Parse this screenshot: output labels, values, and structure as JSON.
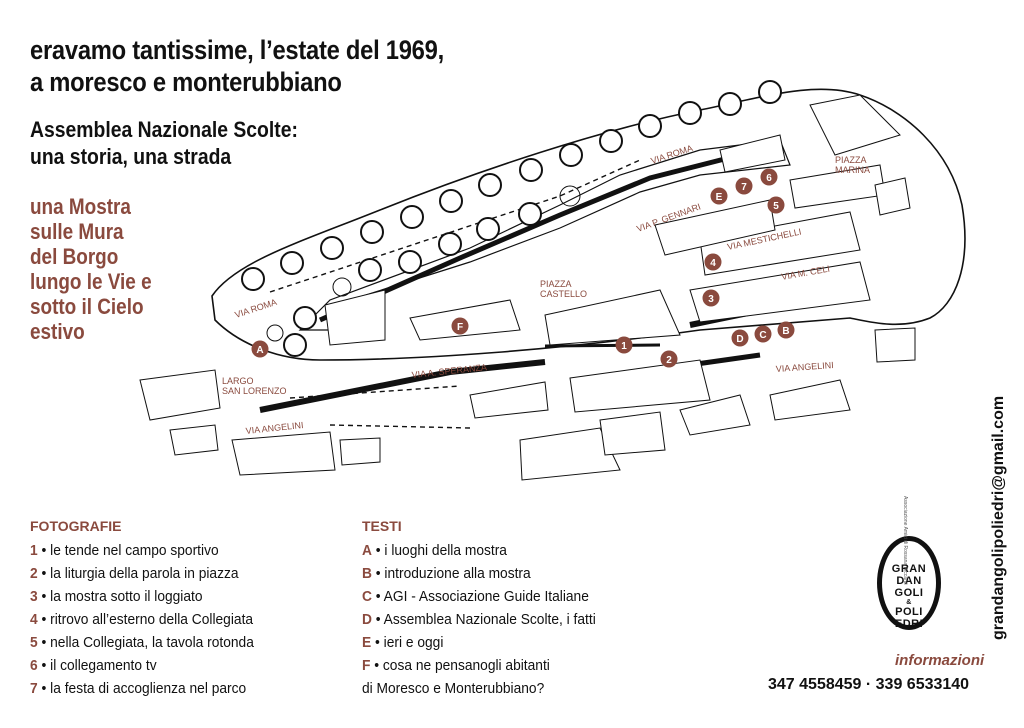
{
  "title_lines": [
    "eravamo tantissime, l’estate del 1969,",
    "a moresco e monterubbiano"
  ],
  "subtitle_lines": [
    "Assemblea Nazionale Scolte:",
    "una storia, una strada"
  ],
  "tagline_lines": [
    "una Mostra",
    "sulle Mura",
    "del Borgo",
    "lungo le Vie e",
    "sotto il Cielo",
    "estivo"
  ],
  "map": {
    "streets": {
      "via_roma_top": "VIA ROMA",
      "via_roma_left": "VIA ROMA",
      "via_p_gennari": "VIA P. GENNARI",
      "via_mestichelli": "VIA MESTICHELLI",
      "via_m_celi": "VIA M. CELI",
      "via_a_speranza": "VIA A. SPERANZA",
      "via_angelini_left": "VIA ANGELINI",
      "via_angelini_right": "VIA ANGELINI"
    },
    "places": {
      "piazza_marina": [
        "PIAZZA",
        "MARINA"
      ],
      "piazza_castello": [
        "PIAZZA",
        "CASTELLO"
      ],
      "largo_san_lorenzo": [
        "LARGO",
        "SAN LORENZO"
      ]
    },
    "markers": [
      "A",
      "B",
      "C",
      "D",
      "E",
      "F",
      "1",
      "2",
      "3",
      "4",
      "5",
      "6",
      "7"
    ]
  },
  "fotografie": {
    "heading": "FOTOGRAFIE",
    "items": [
      {
        "key": "1",
        "text": " • le tende nel campo sportivo"
      },
      {
        "key": "2",
        "text": " • la liturgia della parola in piazza"
      },
      {
        "key": "3",
        "text": " • la mostra sotto il loggiato"
      },
      {
        "key": "4",
        "text": " • ritrovo all’esterno della Collegiata"
      },
      {
        "key": "5",
        "text": " • nella Collegiata, la tavola rotonda"
      },
      {
        "key": "6",
        "text": " • il collegamento tv"
      },
      {
        "key": "7",
        "text": " • la festa di accoglienza nel parco"
      }
    ]
  },
  "testi": {
    "heading": "TESTI",
    "items": [
      {
        "key": "A",
        "text": " • i luoghi della mostra"
      },
      {
        "key": "B",
        "text": " • introduzione alla mostra"
      },
      {
        "key": "C",
        "text": " • AGI - Associazione Guide Italiane"
      },
      {
        "key": "D",
        "text": " • Assemblea Nazionale Scolte, i fatti"
      },
      {
        "key": "E",
        "text": " • ieri e oggi"
      },
      {
        "key": "F",
        "text": " • cosa ne pensanogli abitanti"
      }
    ],
    "continuation": "di Moresco e Monterubbiano?"
  },
  "logo": {
    "lines": [
      "GRAN",
      "DAN",
      "GOLI",
      "&",
      "POLI",
      "EDRI"
    ],
    "side_text": "Associazione Amici di Rossana Riccardi"
  },
  "info": {
    "heading": "informazioni",
    "phones": "347 4558459 · 339 6533140",
    "email": "grandangolipoliedri@gmail.com"
  },
  "colors": {
    "accent": "#8a4a3e",
    "ink": "#111111"
  }
}
